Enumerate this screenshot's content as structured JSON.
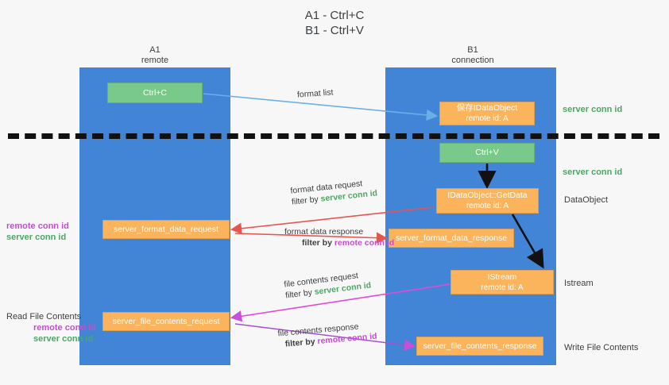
{
  "title": {
    "line1": "A1 - Ctrl+C",
    "line2": "B1 - Ctrl+V"
  },
  "lanes": [
    {
      "id": "a1",
      "name": "A1",
      "role": "remote"
    },
    {
      "id": "b1",
      "name": "B1",
      "role": "connection"
    }
  ],
  "nodes": {
    "ctrl_c": {
      "line1": "Ctrl+C",
      "line2": "",
      "color": "#78c98a"
    },
    "save_dataobject": {
      "line1": "保存IDataObject",
      "line2": "remote id: A",
      "color": "#fbb45c"
    },
    "ctrl_v": {
      "line1": "Ctrl+V",
      "line2": "",
      "color": "#78c98a"
    },
    "getdata": {
      "line1": "IDataObject::GetData",
      "line2": "remote id: A",
      "color": "#fbb45c"
    },
    "istream": {
      "line1": "IStream",
      "line2": "remote id: A",
      "color": "#fbb45c"
    },
    "server_format_data_request": {
      "line1": "server_format_data_request",
      "line2": "",
      "color": "#fbb45c"
    },
    "server_format_data_response": {
      "line1": "server_format_data_response",
      "line2": "",
      "color": "#fbb45c"
    },
    "server_file_contents_request": {
      "line1": "server_file_contents_request",
      "line2": "",
      "color": "#fbb45c"
    },
    "server_file_contents_response": {
      "line1": "server_file_contents_response",
      "line2": "",
      "color": "#fbb45c"
    }
  },
  "edge_labels": {
    "format_list": "format list",
    "format_data_request": "format data request",
    "format_data_request_filter_prefix": "filter by ",
    "format_data_request_filter_value": "server conn id",
    "format_data_response": "format data response",
    "format_data_response_filter_prefix": "filter by ",
    "format_data_response_filter_value": "remote conn id",
    "file_contents_request": "file contents request",
    "file_contents_request_filter_prefix": "filter by ",
    "file_contents_request_filter_value": "server conn id",
    "file_contents_response": "file contents response",
    "file_contents_response_filter_prefix": "filter by ",
    "file_contents_response_filter_value": "remote conn id"
  },
  "annotations": {
    "server_conn_id_top": "server conn id",
    "server_conn_id_mid": "server conn id",
    "dataobject": "DataObject",
    "istream": "Istream",
    "write_file_contents": "Write File Contents",
    "read_file_contents": "Read File Contents",
    "remote_conn_id": "remote conn id",
    "server_conn_id": "server conn id"
  },
  "colors": {
    "lane": "#4285d6",
    "green_node": "#78c98a",
    "orange_node": "#fbb45c",
    "green_text": "#4aa863",
    "magenta_text": "#c34fd0",
    "red_arrow": "#e8554e",
    "magenta_arrow": "#c94ed8",
    "blue_arrow": "#6ab0e8",
    "black_arrow": "#111111",
    "background": "#f7f7f7"
  }
}
